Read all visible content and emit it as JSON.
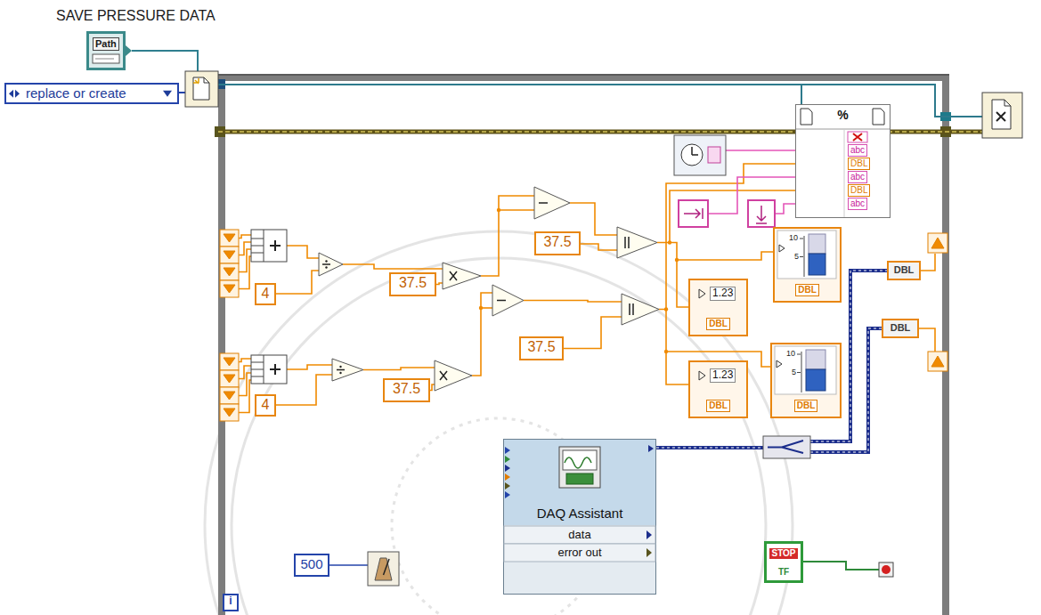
{
  "diagram": {
    "nodes": [
      {
        "text": [
          "SAVE PRESSURE DATA",
          "Path"
        ]
      },
      {
        "text": [
          "replace or create"
        ]
      },
      {
        "text": [
          "%",
          "abc",
          "DBL",
          "abc",
          "DBL",
          "abc"
        ]
      },
      {
        "text": [
          "37.5"
        ]
      },
      {
        "text": [
          "10",
          "5",
          "DBL"
        ]
      },
      {
        "text": [
          "DBL"
        ]
      },
      {
        "text": [
          "37.5"
        ]
      },
      {
        "text": [
          "1.23",
          "DBL"
        ]
      },
      {
        "text": [
          "4"
        ]
      },
      {
        "text": [
          "DBL"
        ]
      },
      {
        "text": [
          "37.5"
        ]
      },
      {
        "text": [
          "10",
          "5",
          "DBL"
        ]
      },
      {
        "text": [
          "1.23",
          "DBL"
        ]
      },
      {
        "text": [
          "37.5"
        ]
      },
      {
        "text": [
          "4"
        ]
      },
      {
        "text": [
          "DAQ Assistant",
          "data",
          "error out"
        ]
      },
      {
        "text": [
          "STOP",
          "TF"
        ]
      },
      {
        "text": [
          "500"
        ]
      },
      {
        "text": [
          "i"
        ]
      }
    ]
  }
}
